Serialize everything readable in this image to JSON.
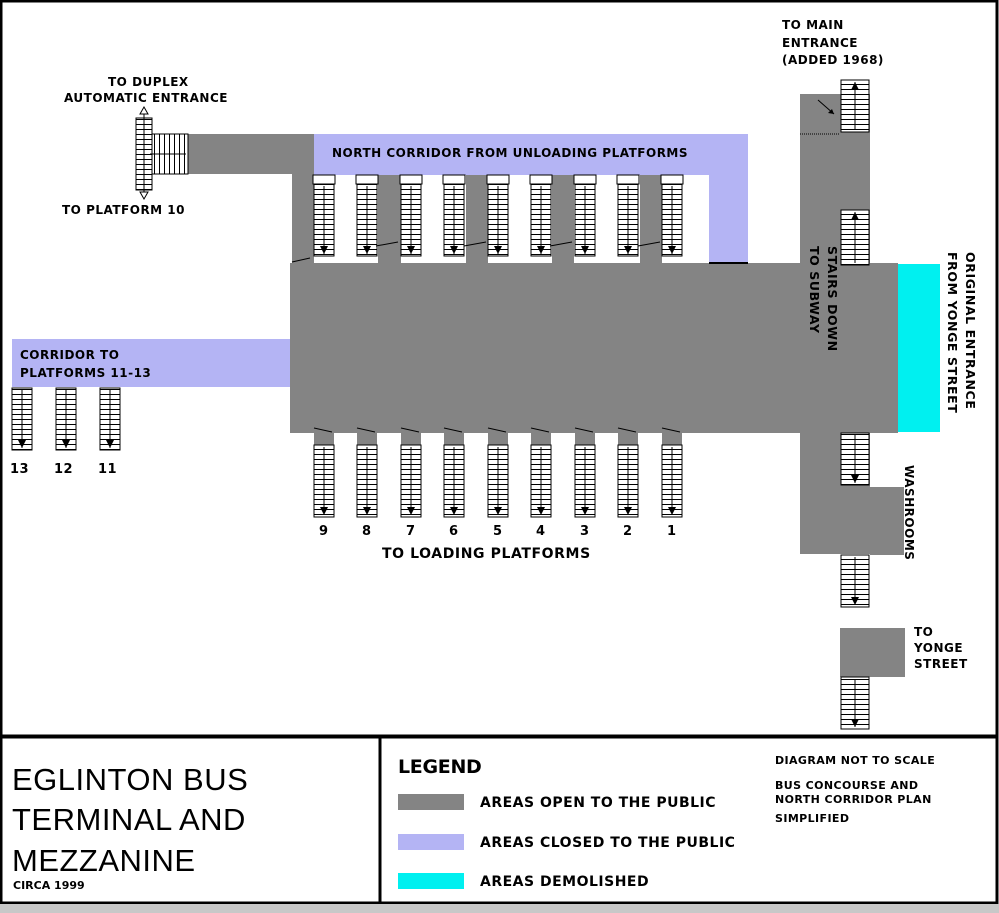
{
  "colors": {
    "open": "#848484",
    "closed": "#b4b4f4",
    "demolished": "#00f0f0",
    "border": "#000000",
    "background": "#ffffff"
  },
  "labels": {
    "to_duplex_line1": "TO DUPLEX",
    "to_duplex_line2": "AUTOMATIC ENTRANCE",
    "to_platform_10": "TO PLATFORM 10",
    "north_corridor": "NORTH CORRIDOR FROM UNLOADING PLATFORMS",
    "to_main_line1": "TO MAIN",
    "to_main_line2": "ENTRANCE",
    "to_main_line3": "(ADDED 1968)",
    "corridor_line1": "CORRIDOR TO",
    "corridor_line2": "PLATFORMS 11-13",
    "stairs_line1": "STAIRS DOWN",
    "stairs_line2": "TO SUBWAY",
    "original_line1": "ORIGINAL ENTRANCE",
    "original_line2": "FROM YONGE STREET",
    "washrooms": "WASHROOMS",
    "to_yonge_line1": "TO",
    "to_yonge_line2": "YONGE",
    "to_yonge_line3": "STREET",
    "to_loading": "TO LOADING PLATFORMS"
  },
  "loading_platforms": [
    "9",
    "8",
    "7",
    "6",
    "5",
    "4",
    "3",
    "2",
    "1"
  ],
  "platforms_11_13": [
    "13",
    "12",
    "11"
  ],
  "title": {
    "line1": "EGLINTON BUS",
    "line2": "TERMINAL AND",
    "line3": "MEZZANINE",
    "circa": "CIRCA 1999"
  },
  "legend": {
    "heading": "LEGEND",
    "items": [
      {
        "label": "AREAS OPEN TO THE PUBLIC",
        "color": "#848484"
      },
      {
        "label": "AREAS CLOSED TO THE PUBLIC",
        "color": "#b4b4f4"
      },
      {
        "label": "AREAS DEMOLISHED",
        "color": "#00f0f0"
      }
    ]
  },
  "notes": {
    "not_to_scale": "DIAGRAM NOT TO SCALE",
    "simplified_line1": "BUS CONCOURSE AND",
    "simplified_line2": "NORTH CORRIDOR PLAN",
    "simplified_line3": "SIMPLIFIED"
  }
}
